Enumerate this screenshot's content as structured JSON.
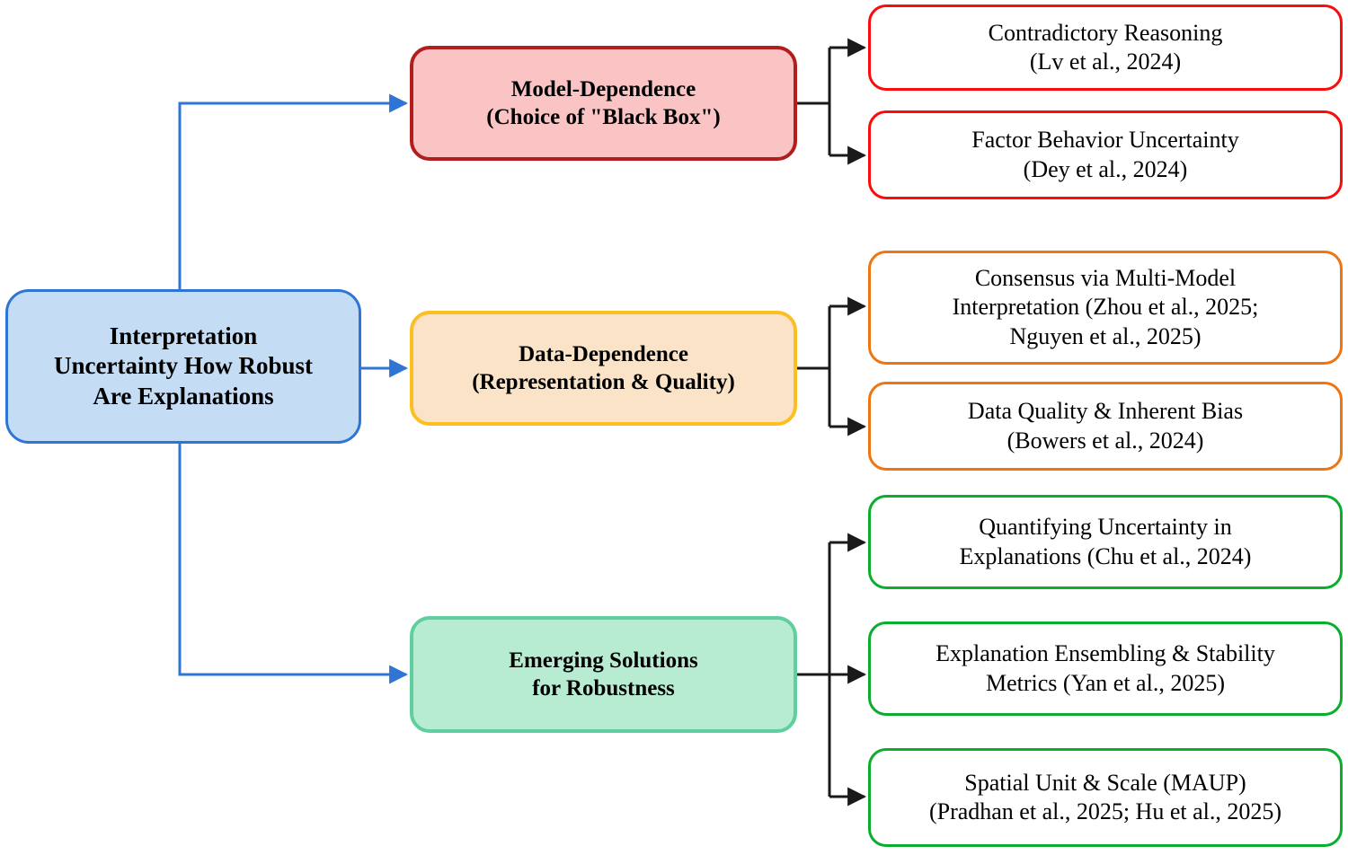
{
  "diagram": {
    "type": "hierarchy-flowchart",
    "root": {
      "label": "Interpretation\nUncertainty How Robust\nAre Explanations",
      "fill": "#c5dcf5",
      "stroke": "#2e75d4"
    },
    "branches": [
      {
        "key": "model-dependence",
        "label": "Model-Dependence\n(Choice of \"Black Box\")",
        "fill": "#fac4c4",
        "stroke": "#b01e1e",
        "leaf_stroke": "#fb0b0b",
        "leaves": [
          {
            "label": "Contradictory Reasoning\n(Lv et al., 2024)"
          },
          {
            "label": "Factor Behavior Uncertainty\n(Dey et al., 2024)"
          }
        ]
      },
      {
        "key": "data-dependence",
        "label": "Data-Dependence\n(Representation & Quality)",
        "fill": "#fbe3c8",
        "stroke": "#fcbf21",
        "leaf_stroke": "#ee7512",
        "leaves": [
          {
            "label": "Consensus via Multi-Model\nInterpretation (Zhou et al., 2025;\nNguyen et al., 2025)"
          },
          {
            "label": "Data Quality & Inherent Bias\n(Bowers et al., 2024)"
          }
        ]
      },
      {
        "key": "emerging-solutions",
        "label": "Emerging Solutions\nfor Robustness",
        "fill": "#b8ecd2",
        "stroke": "#5fcf9f",
        "leaf_stroke": "#0aae2c",
        "leaves": [
          {
            "label": "Quantifying Uncertainty in\nExplanations (Chu et al., 2024)"
          },
          {
            "label": "Explanation Ensembling & Stability\nMetrics (Yan et al., 2025)"
          },
          {
            "label": "Spatial Unit & Scale (MAUP)\n(Pradhan et al., 2025; Hu et al., 2025)"
          }
        ]
      }
    ],
    "connectors": {
      "root_edge_color": "#2e75d4",
      "branch_edge_color": "#1a1a1a"
    }
  }
}
